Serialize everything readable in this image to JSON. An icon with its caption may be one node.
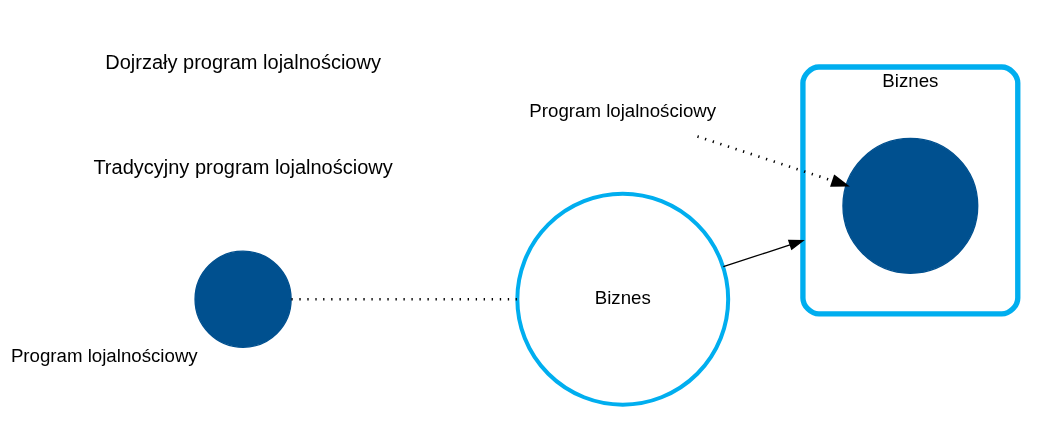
{
  "diagram": {
    "nodes": [
      {
        "text": [
          "Biznes"
        ]
      },
      {
        "text": [],
        "shape": "circle",
        "beside": [
          "Program lojalnościowy"
        ]
      },
      {
        "text": [
          "Biznes"
        ]
      },
      {
        "text": [],
        "shape": "circle",
        "in": 2
      },
      {
        "text": [
          "Program lojalnościowy"
        ]
      }
    ],
    "edges": [
      {
        "from": 0,
        "to": 2,
        "arrow": "to"
      },
      {
        "from": 1,
        "to": 0,
        "arrow": "none",
        "style": "dashed"
      },
      {
        "from": 4,
        "to": 3,
        "arrow": "to",
        "style": "dashed"
      }
    ],
    "labels": [
      "Tradycyjny program lojalnościowy",
      "Dojrzały program lojalnościowy"
    ]
  }
}
